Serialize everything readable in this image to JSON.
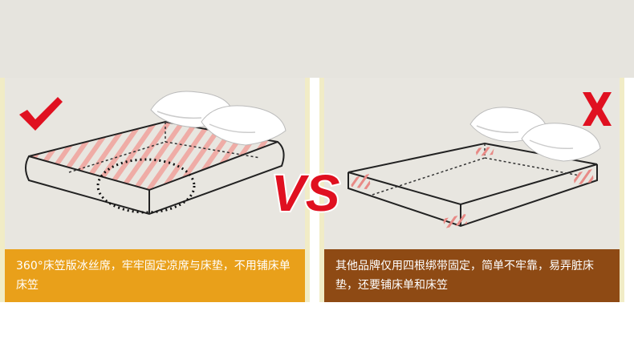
{
  "left_panel": {
    "caption": "360°床笠版冰丝席，牢牢固定凉席与床垫，不用铺床单床笠"
  },
  "right_panel": {
    "caption": "其他品牌仅用四根绑带固定，简单不牢靠，易弄脏床垫，还要铺床单和床笠"
  },
  "center": {
    "vs_text": "VS"
  },
  "colors": {
    "left_caption_bg": "#e9a01a",
    "right_caption_bg": "#8e4a14",
    "mark_red": "#e01020"
  },
  "icons": {
    "left_mark": "check-icon",
    "right_mark": "cross-icon"
  }
}
